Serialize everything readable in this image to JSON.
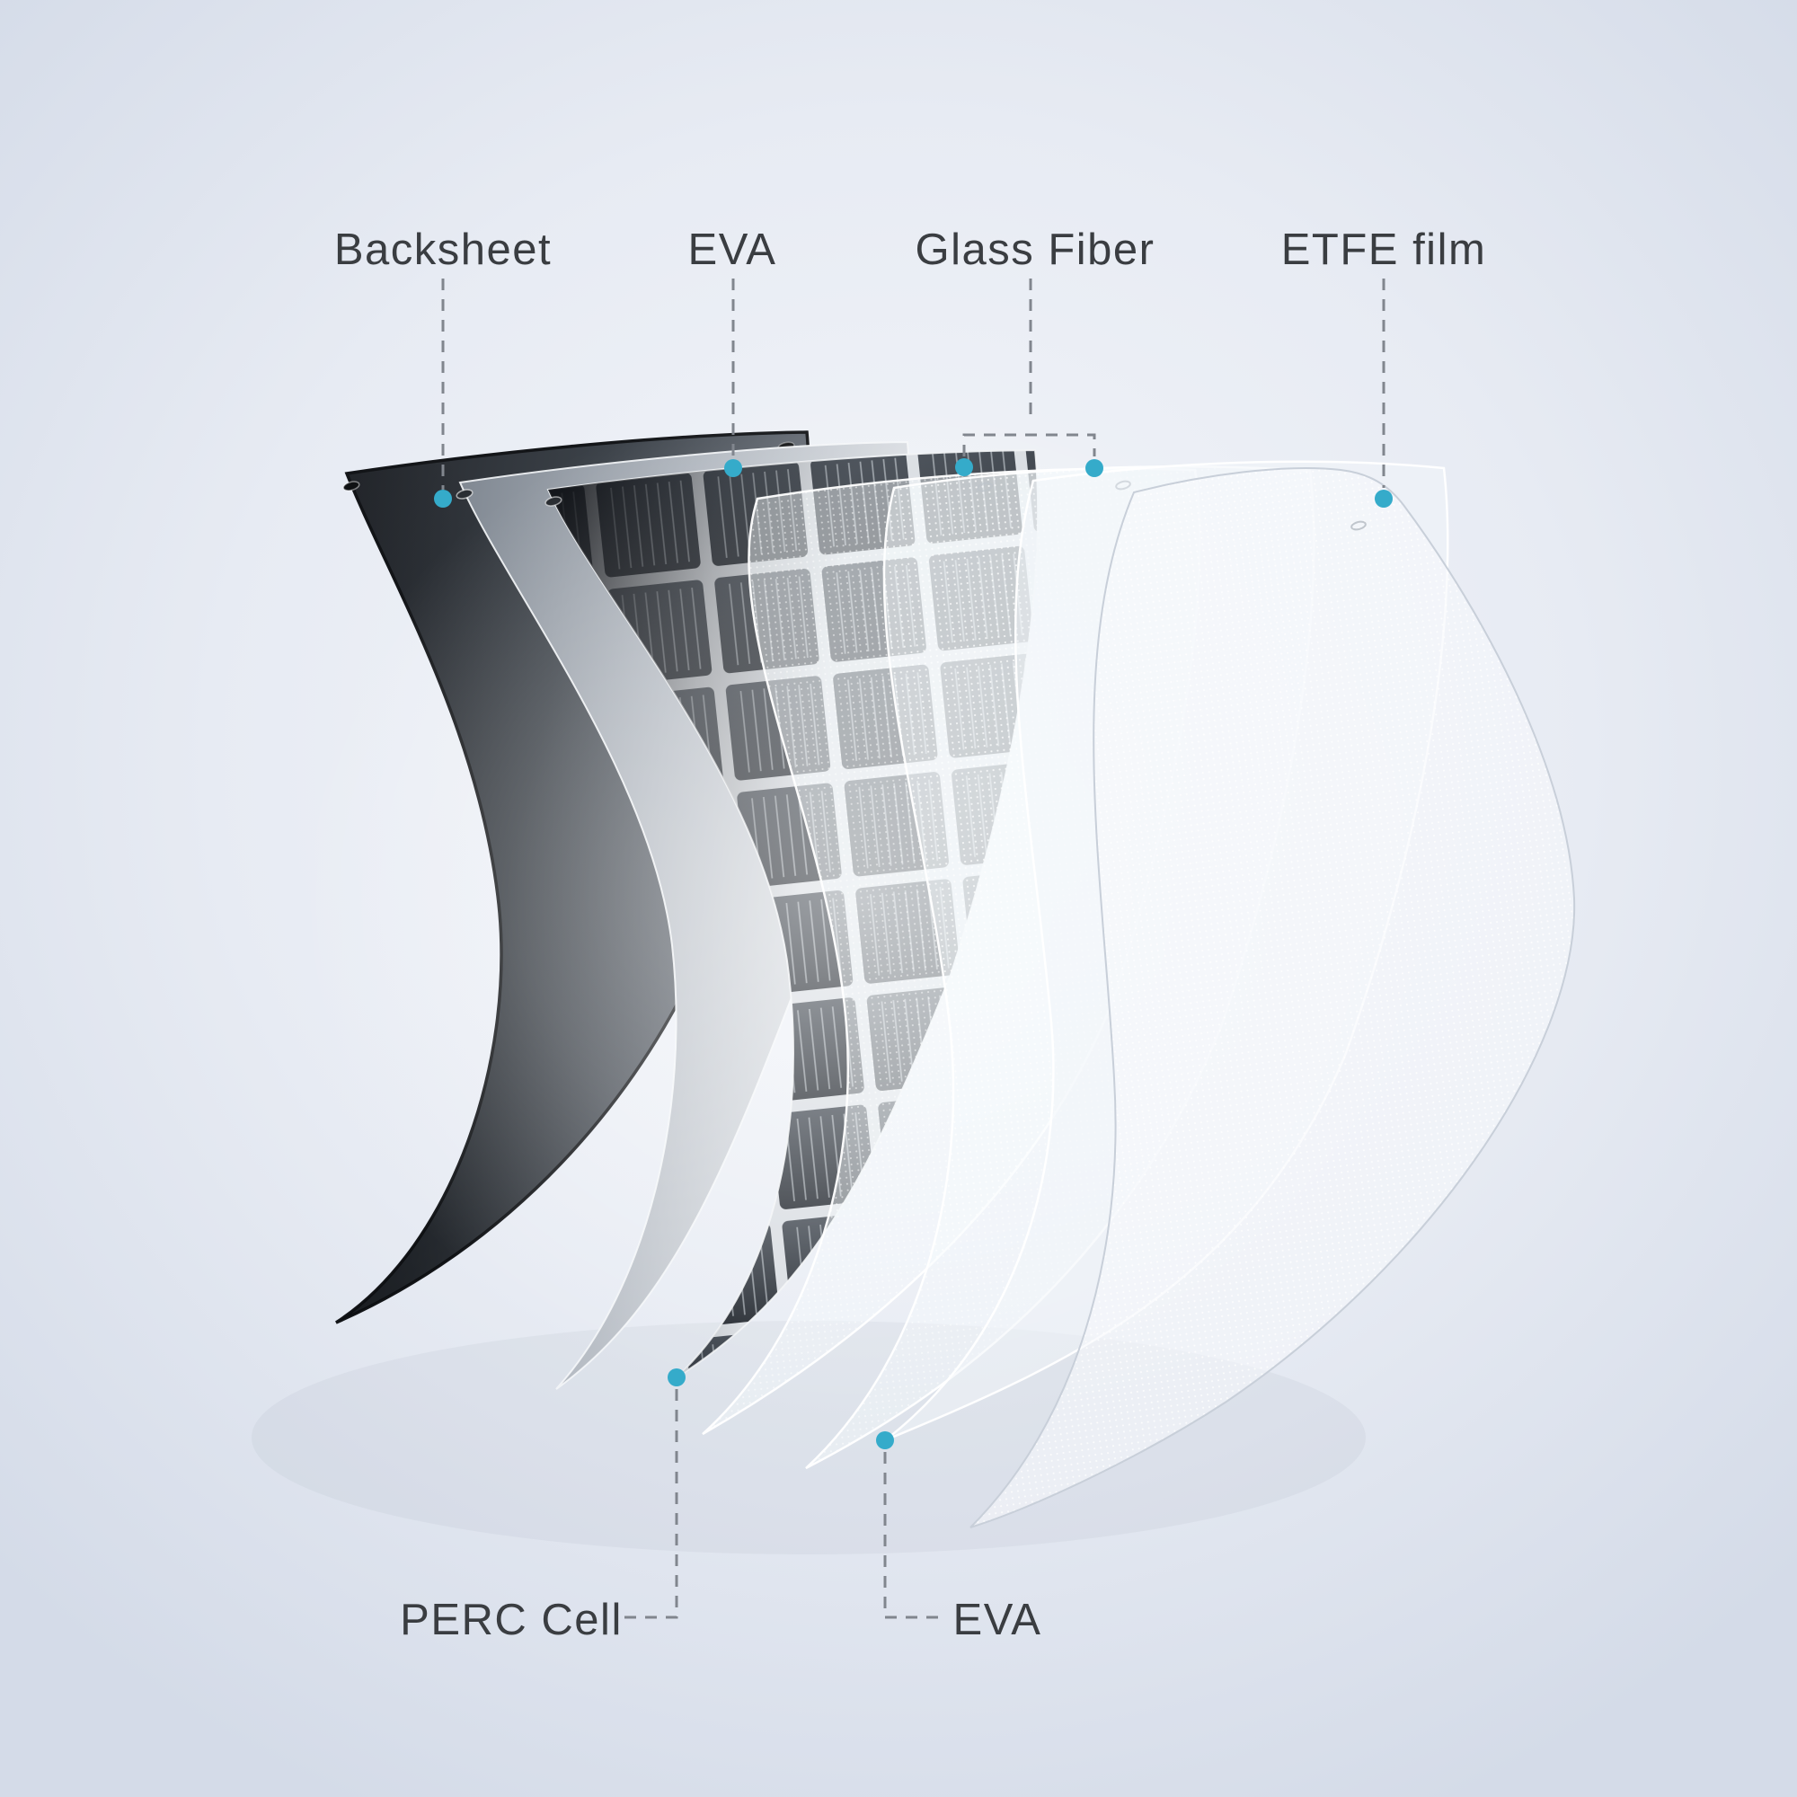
{
  "figure": {
    "type": "exploded-layer-diagram",
    "subject": "Flexible solar panel layer construction"
  },
  "labels": {
    "backsheet": "Backsheet",
    "eva_top": "EVA",
    "glass_fiber": "Glass Fiber",
    "etfe_film": "ETFE film",
    "perc_cell": "PERC Cell",
    "eva_bottom": "EVA"
  },
  "layers": [
    {
      "name": "Backsheet",
      "tone": "#3e444b"
    },
    {
      "name": "EVA",
      "tone": "#aab0b8"
    },
    {
      "name": "PERC Cell",
      "tone": "#2e343b"
    },
    {
      "name": "Glass Fiber",
      "tone": "#f5f8fb"
    },
    {
      "name": "Glass Fiber",
      "tone": "#f5f8fb"
    },
    {
      "name": "EVA",
      "tone": "#eff3f8"
    },
    {
      "name": "ETFE film",
      "tone": "#f4f7fb"
    }
  ],
  "colors": {
    "marker": "#35abca",
    "leader": "#81868e",
    "label_text": "#3a3d41",
    "bg_center": "#f4f6fa",
    "bg_edge": "#d4dbe8"
  }
}
